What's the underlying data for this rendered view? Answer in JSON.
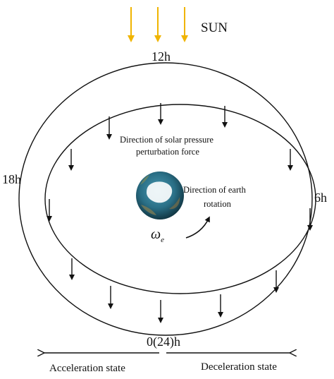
{
  "sun": {
    "label": "SUN",
    "arrow_color": "#f0b400",
    "icon": "sun-rays-arrows"
  },
  "orbit_labels": {
    "t12": "12h",
    "t6": "6h",
    "t18": "18h",
    "t0": "0(24)h"
  },
  "force_label": {
    "line1": "Direction of solar pressure",
    "line2": "perturbation force"
  },
  "rotation_label": {
    "line1": "Direction of earth",
    "line2": "rotation"
  },
  "omega_symbol": "ω",
  "omega_subscript": "e",
  "states": {
    "acceleration": "Acceleration state",
    "deceleration": "Deceleration state"
  },
  "colors": {
    "lines": "#111111",
    "sun_arrows": "#f0b400",
    "earth_ocean": "#2a6f86",
    "earth_ice": "#ffffff"
  }
}
